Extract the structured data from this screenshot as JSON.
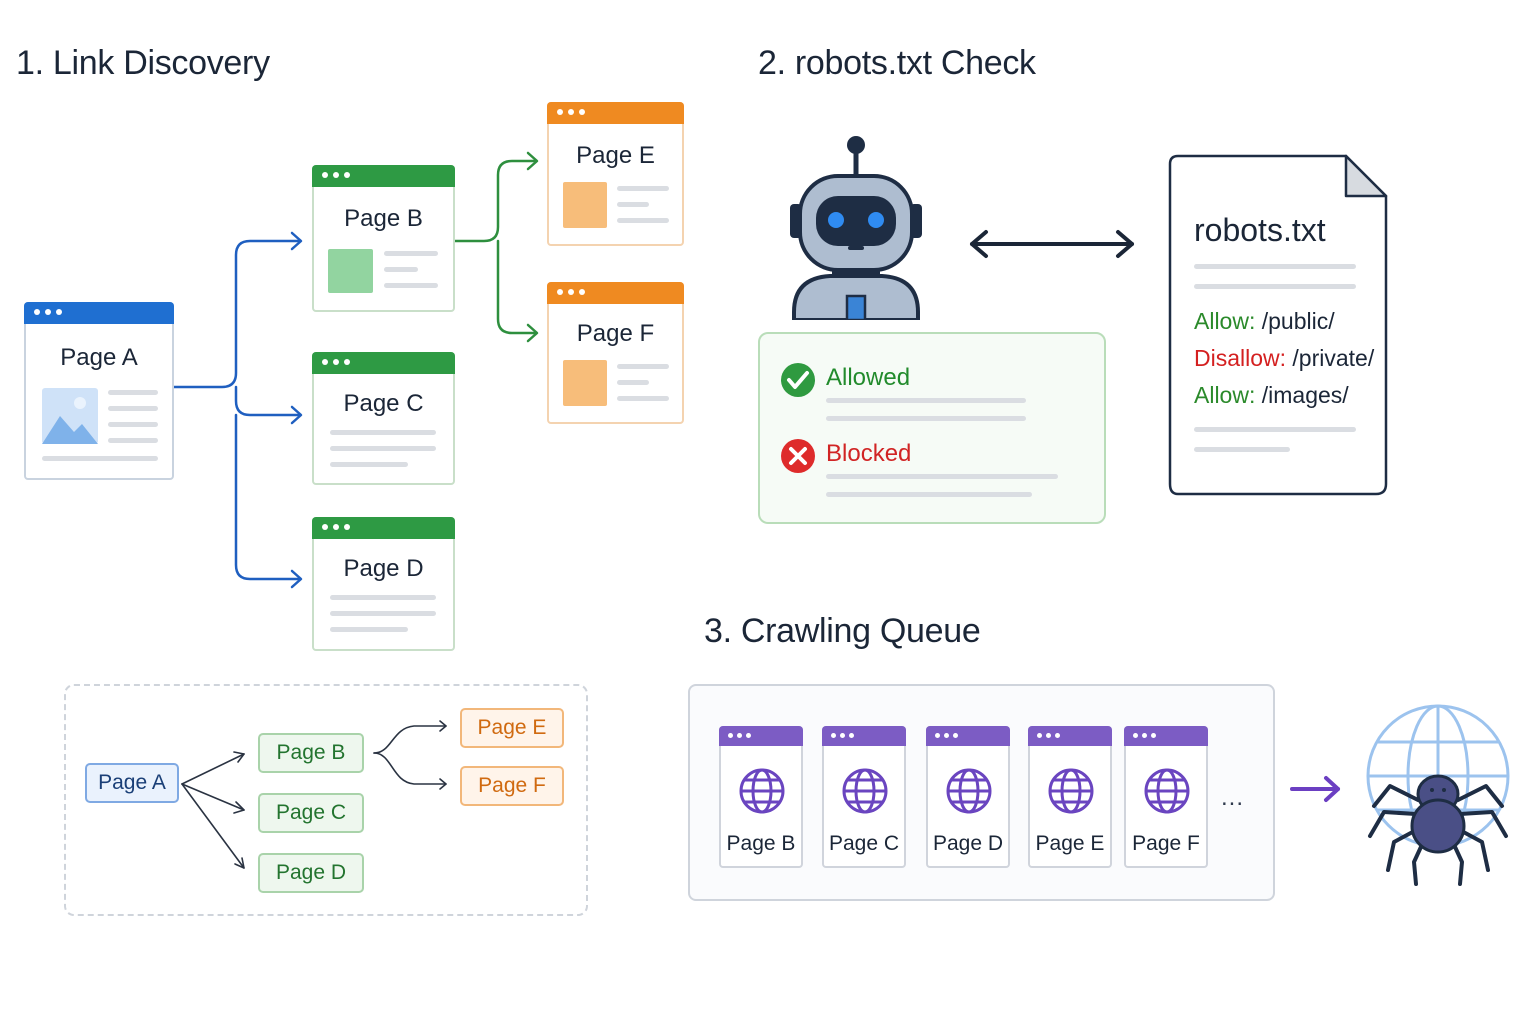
{
  "sections": {
    "link_discovery": "1. Link Discovery",
    "robots_check": "2. robots.txt Check",
    "crawling_queue": "3. Crawling Queue"
  },
  "pages": {
    "a": "Page A",
    "b": "Page B",
    "c": "Page C",
    "d": "Page D",
    "e": "Page E",
    "f": "Page F"
  },
  "robots": {
    "doc_title": "robots.txt",
    "rules": [
      {
        "directive": "Allow:",
        "path": "/public/"
      },
      {
        "directive": "Disallow:",
        "path": "/private/"
      },
      {
        "directive": "Allow:",
        "path": "/images/"
      }
    ],
    "status_allowed": "Allowed",
    "status_blocked": "Blocked"
  },
  "queue": {
    "items": [
      "Page B",
      "Page C",
      "Page D",
      "Page E",
      "Page F"
    ],
    "more": "..."
  },
  "colors": {
    "blue": "#1f6fd1",
    "green": "#2e9a44",
    "orange": "#ef8a21",
    "purple": "#7c5cc4",
    "allow_green": "#2b8a2b",
    "disallow_red": "#d42020"
  },
  "icons": [
    "image-icon",
    "robot-icon",
    "check-icon",
    "cross-icon",
    "double-arrow-icon",
    "document-icon",
    "globe-icon",
    "spider-icon",
    "arrow-right-icon"
  ]
}
